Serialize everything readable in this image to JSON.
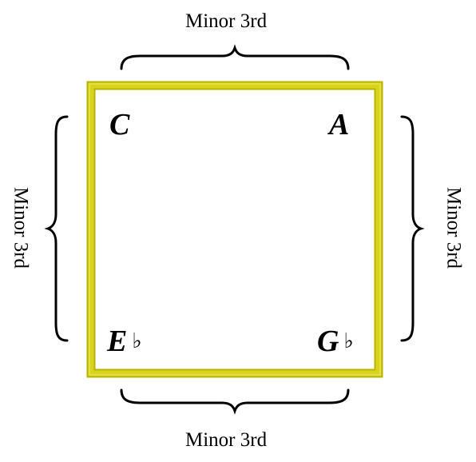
{
  "intervals": {
    "top": "Minor 3rd",
    "bottom": "Minor 3rd",
    "left": "Minor 3rd",
    "right": "Minor 3rd"
  },
  "corners": {
    "top_left": {
      "note": "C",
      "accidental": ""
    },
    "top_right": {
      "note": "A",
      "accidental": ""
    },
    "bottom_left": {
      "note": "E",
      "accidental": "♭"
    },
    "bottom_right": {
      "note": "G",
      "accidental": "♭"
    }
  },
  "colors": {
    "square_fill_outer": "#c9c40a",
    "square_highlight": "#e9e63a",
    "square_shadow": "#a9a400",
    "brace": "#000000",
    "text": "#000000"
  }
}
